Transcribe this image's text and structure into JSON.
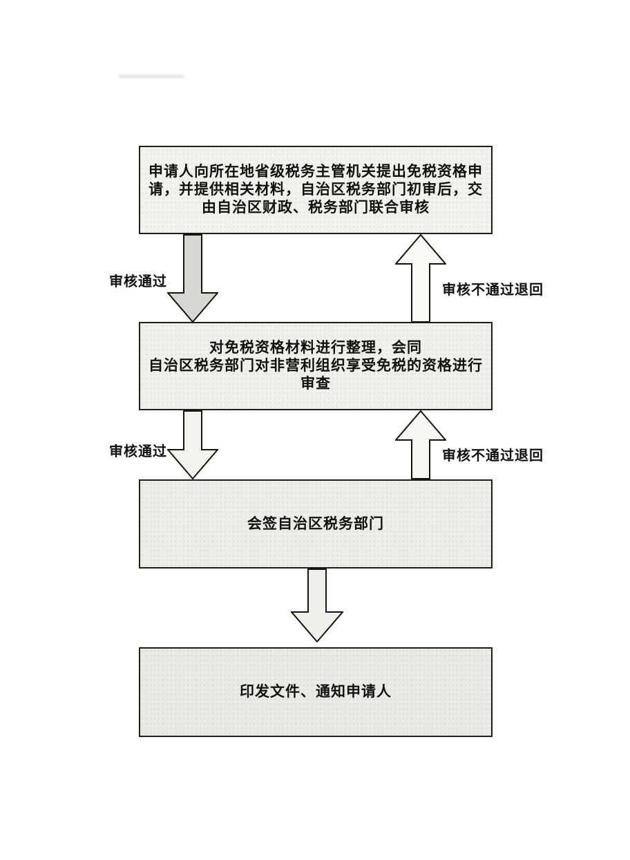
{
  "diagram": {
    "type": "flowchart",
    "direction": "top-down",
    "steps": [
      {
        "id": "step-1",
        "text": "申请人向所在地省级税务主管机关提出免税资格申\n请，并提供相关材料，自治区税务部门初审后，交\n由自治区财政、税务部门联合审核"
      },
      {
        "id": "step-2",
        "text": "对免税资格材料进行整理，会同\n自治区税务部门对非营利组织享受免税的资格进行\n审查"
      },
      {
        "id": "step-3",
        "text": "会签自治区税务部门"
      },
      {
        "id": "step-4",
        "text": "印发文件、通知申请人"
      }
    ],
    "connectors": [
      {
        "from": "step-1",
        "to": "step-2",
        "direction": "down",
        "label": "审核通过"
      },
      {
        "from": "step-2",
        "to": "step-1",
        "direction": "up",
        "label": "审核不通过退回"
      },
      {
        "from": "step-2",
        "to": "step-3",
        "direction": "down",
        "label": "审核通过"
      },
      {
        "from": "step-3",
        "to": "step-2",
        "direction": "up",
        "label": "审核不通过退回"
      },
      {
        "from": "step-3",
        "to": "step-4",
        "direction": "down",
        "label": ""
      }
    ],
    "colors": {
      "page_background": "#ffffff",
      "box_border": "#1f1d1a",
      "box_fill": "#f1f0ec",
      "arrow_outline": "#14120f",
      "arrow_fill_shaded": "#d8d7d2",
      "arrow_fill_light": "#f6f5f2",
      "text": "#100f0d"
    }
  }
}
